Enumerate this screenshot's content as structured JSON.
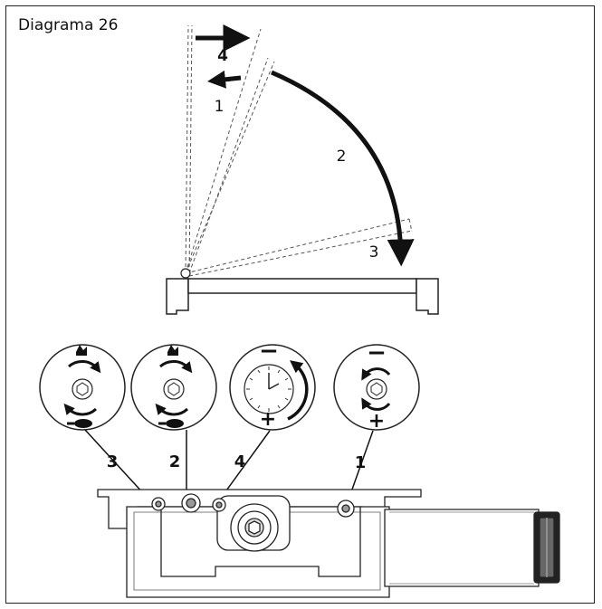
{
  "title": "Diagrama 26",
  "motion_labels": [
    "1",
    "2",
    "3",
    "4"
  ],
  "dial_labels": [
    "3",
    "2",
    "4",
    "1"
  ],
  "dial_signs": {
    "minus": "−",
    "plus": "+"
  }
}
